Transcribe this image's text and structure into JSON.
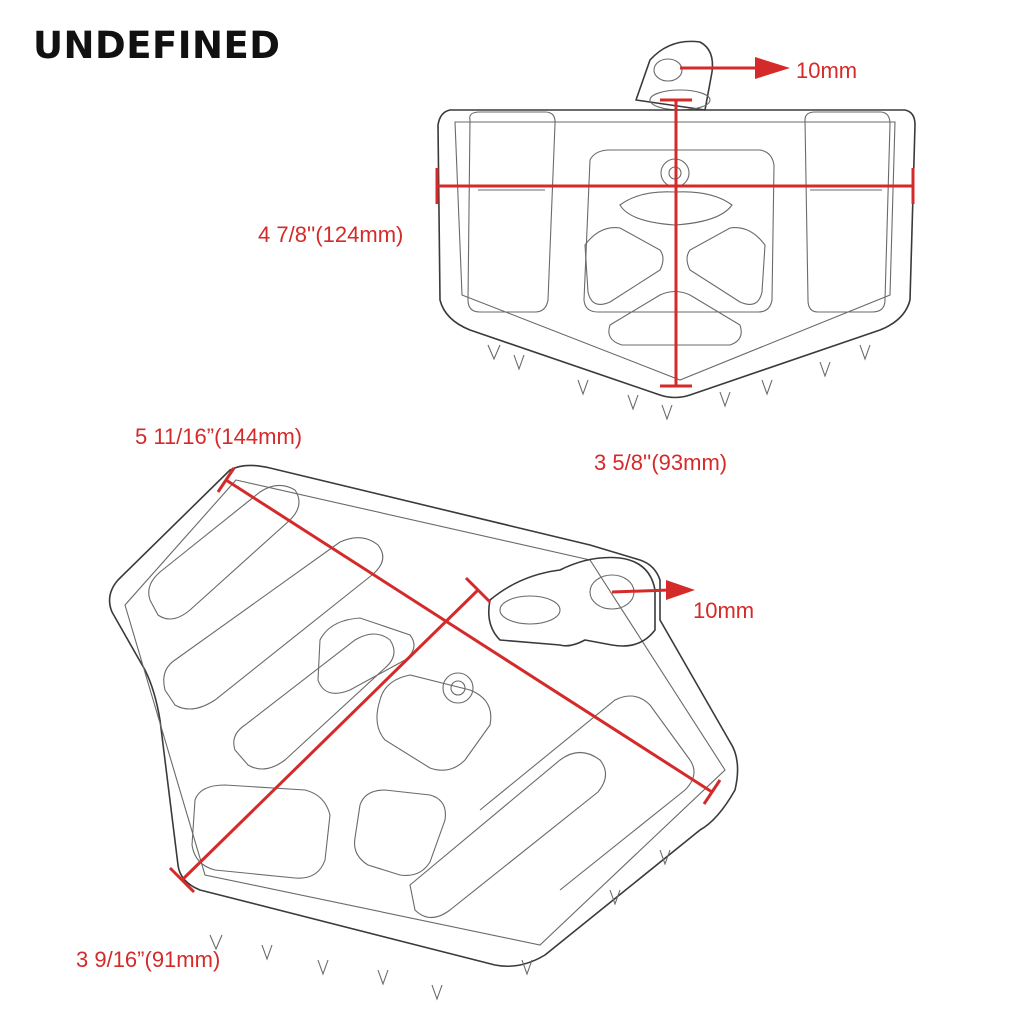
{
  "brand": {
    "text": "UNDEFINED"
  },
  "dimensions": {
    "top_width": "4 7/8''(124mm)",
    "top_depth": "3 5/8''(93mm)",
    "top_pin": "10mm",
    "bottom_length": "5 11/16”(144mm)",
    "bottom_width": "3 9/16”(91mm)",
    "bottom_pin": "10mm"
  },
  "colors": {
    "dimension": "#d42a2a",
    "outline": "#3a3a3a",
    "brand": "#111111"
  }
}
